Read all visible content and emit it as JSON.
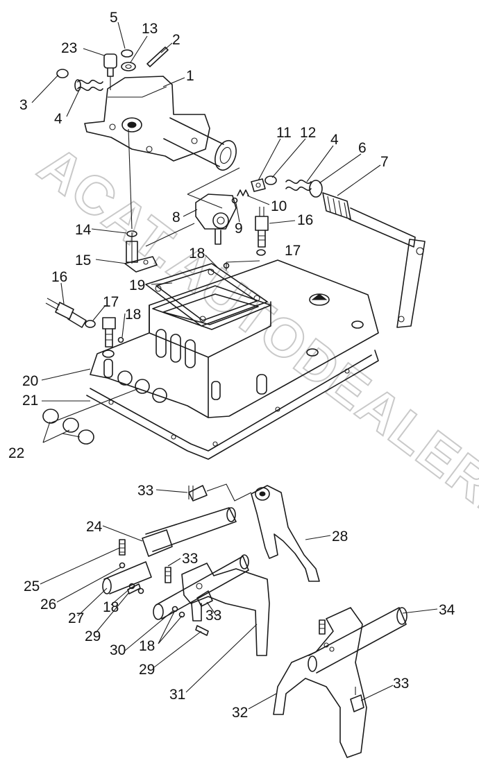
{
  "watermark": "ACAT.AUTODEALER.RU",
  "callouts": [
    {
      "id": "c5",
      "text": "5"
    },
    {
      "id": "c13",
      "text": "13"
    },
    {
      "id": "c23",
      "text": "23"
    },
    {
      "id": "c2",
      "text": "2"
    },
    {
      "id": "c1",
      "text": "1"
    },
    {
      "id": "c3",
      "text": "3"
    },
    {
      "id": "c4a",
      "text": "4"
    },
    {
      "id": "c11",
      "text": "11"
    },
    {
      "id": "c12",
      "text": "12"
    },
    {
      "id": "c4b",
      "text": "4"
    },
    {
      "id": "c6",
      "text": "6"
    },
    {
      "id": "c7",
      "text": "7"
    },
    {
      "id": "c10",
      "text": "10"
    },
    {
      "id": "c8",
      "text": "8"
    },
    {
      "id": "c9",
      "text": "9"
    },
    {
      "id": "c16a",
      "text": "16"
    },
    {
      "id": "c14",
      "text": "14"
    },
    {
      "id": "c15",
      "text": "15"
    },
    {
      "id": "c18a",
      "text": "18"
    },
    {
      "id": "c17a",
      "text": "17"
    },
    {
      "id": "c19",
      "text": "19"
    },
    {
      "id": "c16b",
      "text": "16"
    },
    {
      "id": "c17b",
      "text": "17"
    },
    {
      "id": "c18b",
      "text": "18"
    },
    {
      "id": "c20",
      "text": "20"
    },
    {
      "id": "c21",
      "text": "21"
    },
    {
      "id": "c22",
      "text": "22"
    },
    {
      "id": "c33a",
      "text": "33"
    },
    {
      "id": "c24",
      "text": "24"
    },
    {
      "id": "c28",
      "text": "28"
    },
    {
      "id": "c33b",
      "text": "33"
    },
    {
      "id": "c25",
      "text": "25"
    },
    {
      "id": "c26",
      "text": "26"
    },
    {
      "id": "c27",
      "text": "27"
    },
    {
      "id": "c18c",
      "text": "18"
    },
    {
      "id": "c33c",
      "text": "33"
    },
    {
      "id": "c29a",
      "text": "29"
    },
    {
      "id": "c30",
      "text": "30"
    },
    {
      "id": "c18d",
      "text": "18"
    },
    {
      "id": "c29b",
      "text": "29"
    },
    {
      "id": "c34",
      "text": "34"
    },
    {
      "id": "c31",
      "text": "31"
    },
    {
      "id": "c33d",
      "text": "33"
    },
    {
      "id": "c32",
      "text": "32"
    }
  ]
}
